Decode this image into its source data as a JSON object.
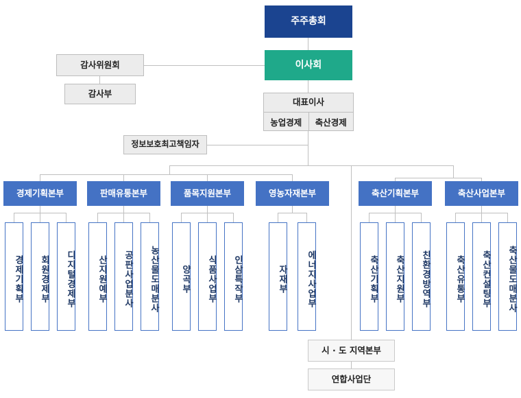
{
  "colors": {
    "top_navy": "#1b4490",
    "board_green": "#1fa98a",
    "division_blue": "#4472c4",
    "grey_box": "#ececec",
    "line": "#bfbfbf",
    "vertical_text": "#1f3864"
  },
  "top": {
    "shareholders_meeting": "주주총회",
    "board_of_directors": "이사회",
    "ceo": "대표이사",
    "ceo_left": "농업경제",
    "ceo_right": "축산경제"
  },
  "audit": {
    "committee": "감사위원회",
    "department": "감사부"
  },
  "ciso": {
    "label": "정보보호최고책임자"
  },
  "divisions": [
    {
      "name": "경제기획본부",
      "departments": [
        "경제기획부",
        "회원경제부",
        "디지털경제부"
      ]
    },
    {
      "name": "판매유통본부",
      "departments": [
        "산지원예부",
        "공판사업분사",
        "농산물도매분사"
      ]
    },
    {
      "name": "품목지원본부",
      "departments": [
        "양곡부",
        "식품사업부",
        "인삼특작부"
      ]
    },
    {
      "name": "영농자재본부",
      "departments": [
        "자재부",
        "에너지사업부"
      ]
    },
    {
      "name": "축산기획본부",
      "departments": [
        "축산기획부",
        "축산지원부",
        "친환경방역부"
      ]
    },
    {
      "name": "축산사업본부",
      "departments": [
        "축산유통부",
        "축산컨설팅부",
        "축산물도매분사"
      ]
    }
  ],
  "bottom": {
    "regional_hq": "시 · 도 지역본부",
    "federation": "연합사업단"
  }
}
